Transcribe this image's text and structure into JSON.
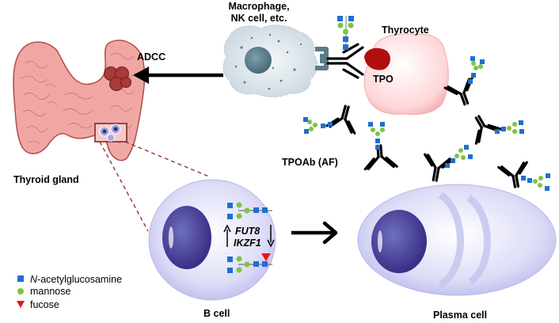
{
  "labels": {
    "macrophage_line1": "Macrophage,",
    "macrophage_line2": "NK cell, etc.",
    "thyrocyte": "Thyrocyte",
    "adcc": "ADCC",
    "tpo": "TPO",
    "thyroid_gland": "Thyroid gland",
    "tpoab": "TPOAb (AF)",
    "b_cell": "B cell",
    "plasma_cell": "Plasma cell",
    "fut8": "FUT8",
    "ikzf1": "IKZF1"
  },
  "legend": [
    {
      "symbol": "blue-square",
      "prefix": "N",
      "text": "-acetylglucosamine",
      "color": "#1f6fd1"
    },
    {
      "symbol": "green-circle",
      "prefix": "",
      "text": "mannose",
      "color": "#7cc43f"
    },
    {
      "symbol": "red-triangle",
      "prefix": "",
      "text": "fucose",
      "color": "#e8141b"
    }
  ],
  "colors": {
    "glcnac": "#1f6fd1",
    "mannose": "#7cc43f",
    "fucose": "#e8141b",
    "thyroid": "#f0a7a3",
    "tpo": "#b10f0f",
    "cell_body": "#d9d9f6",
    "nucleus": "#4a4296"
  }
}
